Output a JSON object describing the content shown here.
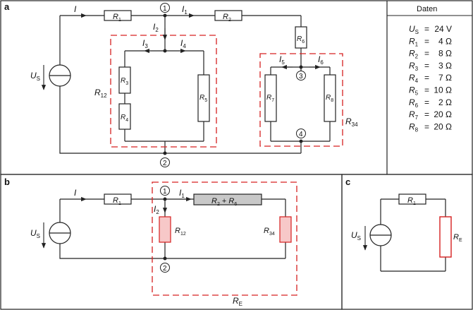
{
  "panels": {
    "a": "a",
    "b": "b",
    "c": "c"
  },
  "daten": {
    "title": "Daten",
    "rows": [
      {
        "sym": "U",
        "sub": "S",
        "val": "24 V"
      },
      {
        "sym": "R",
        "sub": "1",
        "val": "4 Ω"
      },
      {
        "sym": "R",
        "sub": "2",
        "val": "8 Ω"
      },
      {
        "sym": "R",
        "sub": "3",
        "val": "3 Ω"
      },
      {
        "sym": "R",
        "sub": "4",
        "val": "7 Ω"
      },
      {
        "sym": "R",
        "sub": "5",
        "val": "10 Ω"
      },
      {
        "sym": "R",
        "sub": "6",
        "val": "2 Ω"
      },
      {
        "sym": "R",
        "sub": "7",
        "val": "20 Ω"
      },
      {
        "sym": "R",
        "sub": "8",
        "val": "20 Ω"
      }
    ]
  },
  "labels": {
    "I": "I",
    "R": "R",
    "U": "U",
    "sub": {
      "S": "S",
      "1": "1",
      "2": "2",
      "3": "3",
      "4": "4",
      "5": "5",
      "6": "6",
      "7": "7",
      "8": "8",
      "12": "12",
      "34": "34",
      "E": "E"
    },
    "plus": "+"
  },
  "nodes": [
    "1",
    "2",
    "3",
    "4"
  ],
  "colors": {
    "line": "#222222",
    "dashed": "#d62020",
    "fill_gray": "#c8c8c8",
    "fill_pink": "#f7c8c8",
    "stroke_red": "#d62020"
  }
}
